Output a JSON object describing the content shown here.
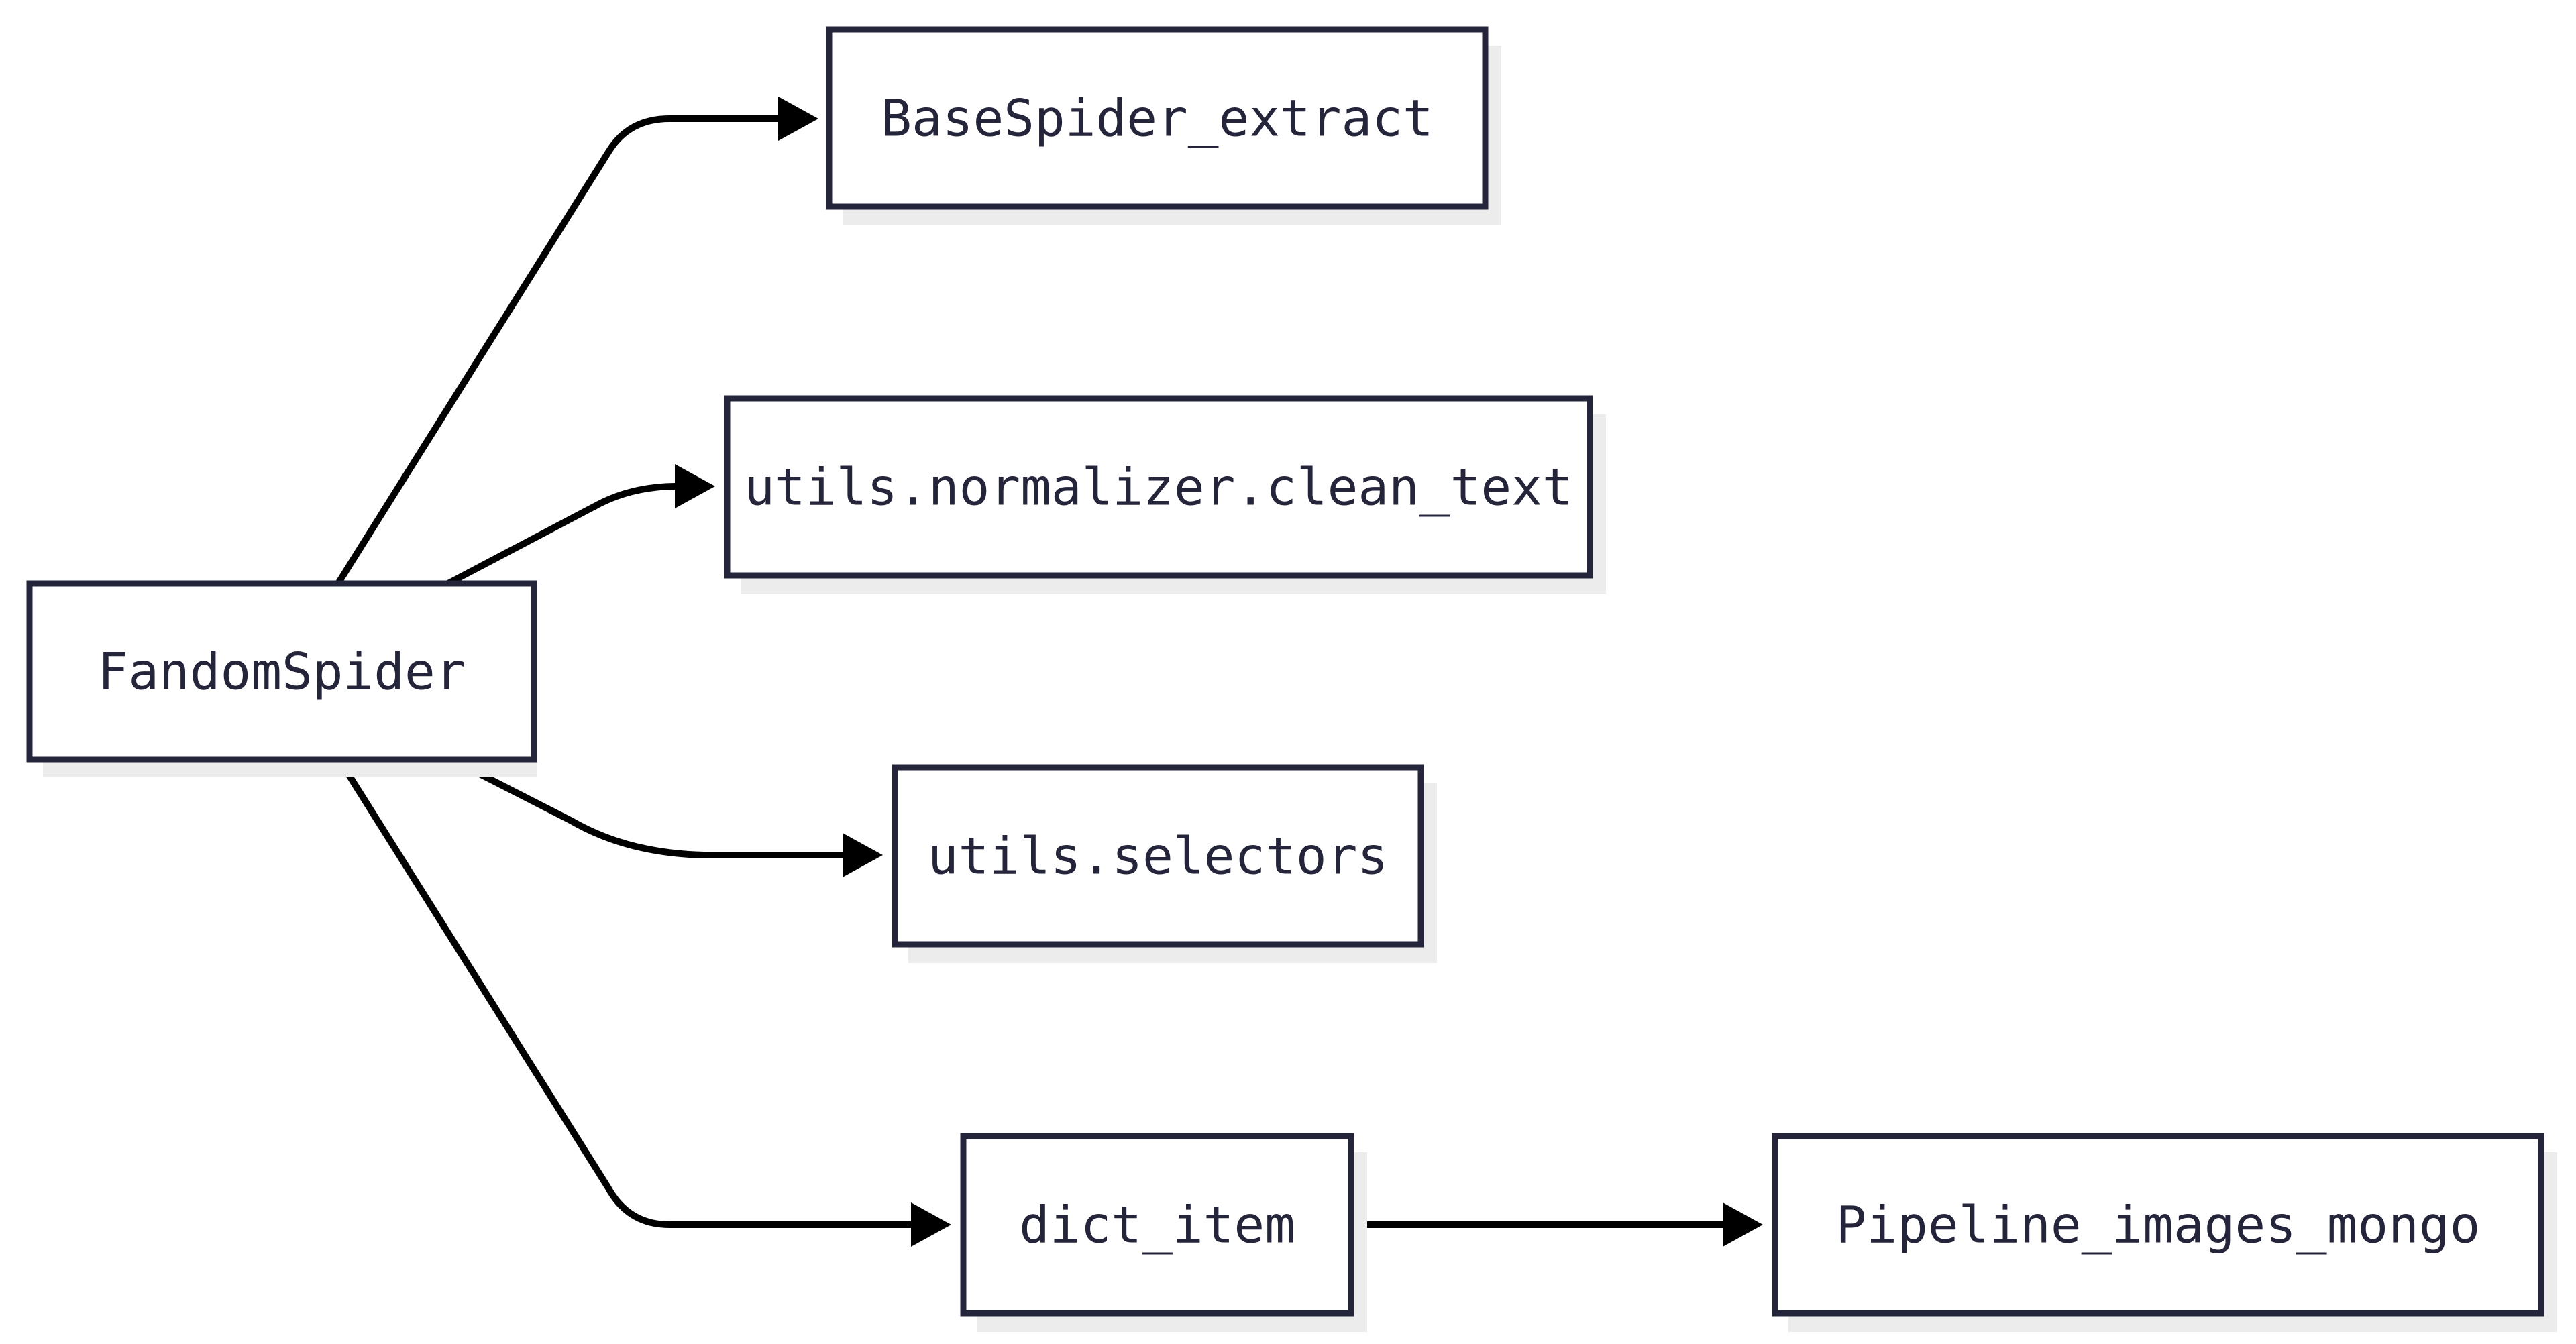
{
  "nodes": {
    "fandom_spider": {
      "label": "FandomSpider"
    },
    "base_spider_extract": {
      "label": "BaseSpider_extract"
    },
    "utils_normalizer_clean_text": {
      "label": "utils.normalizer.clean_text"
    },
    "utils_selectors": {
      "label": "utils.selectors"
    },
    "dict_item": {
      "label": "dict_item"
    },
    "pipeline_images_mongo": {
      "label": "Pipeline_images_mongo"
    }
  },
  "edges": [
    {
      "from": "FandomSpider",
      "to": "BaseSpider_extract"
    },
    {
      "from": "FandomSpider",
      "to": "utils.normalizer.clean_text"
    },
    {
      "from": "FandomSpider",
      "to": "utils.selectors"
    },
    {
      "from": "FandomSpider",
      "to": "dict_item"
    },
    {
      "from": "dict_item",
      "to": "Pipeline_images_mongo"
    }
  ],
  "colors": {
    "node_border": "#24243a",
    "node_fill": "#ffffff",
    "node_shadow": "#ececec",
    "edge": "#000000",
    "text": "#24243a"
  }
}
